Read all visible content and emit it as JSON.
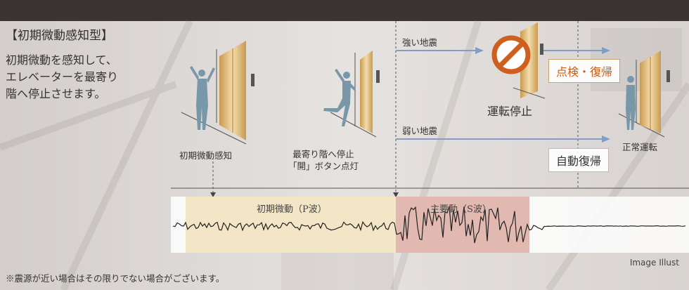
{
  "title": "【初期微動感知型】",
  "description": [
    "初期微動を感知して、",
    "エレベーターを最寄り",
    "階へ停止させます。"
  ],
  "step1_label": "初期微動感知",
  "step2_label_line1": "最寄り階へ停止",
  "step2_label_line2": "「開」ボタン点灯",
  "strong_quake_label": "強い地震",
  "weak_quake_label": "弱い地震",
  "stop_label": "運転停止",
  "inspection_box": "点検・復帰",
  "auto_recovery_box": "自動復帰",
  "normal_operation_label": "正常運転",
  "p_wave_label": "初期微動（P波）",
  "s_wave_label": "主要動（S波）",
  "image_illust": "Image Illust",
  "footnote": "※震源が近い場合はその限りでない場合がございます。",
  "colors": {
    "p_band": "#f3e6c6",
    "s_band": "#e2b9b0",
    "arrow": "#7f9fc4",
    "figure": "#7898aa",
    "door": "#d8b06c",
    "stop_sign": "#cf5f1f",
    "inspection_text": "#c8601e"
  }
}
